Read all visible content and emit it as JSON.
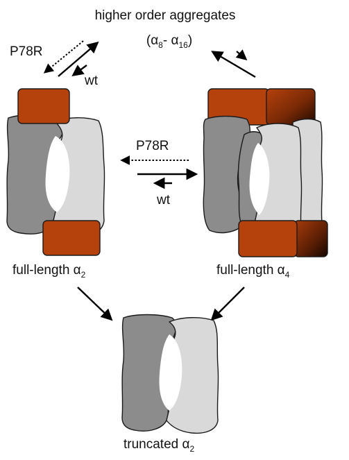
{
  "labels": {
    "top": "higher order aggregates",
    "top_range_open": "(",
    "top_range_a": "α",
    "top_range_a_sub": "8",
    "top_range_dash": "- ",
    "top_range_b": "α",
    "top_range_b_sub": "16",
    "top_range_close": ")",
    "left_label": "P78R",
    "left_wt": "wt",
    "mid_p78r": "P78R",
    "mid_wt": "wt",
    "dimer": "full-length ",
    "dimer_alpha": "α",
    "dimer_sub": "2",
    "tetramer": "full-length ",
    "tetramer_alpha": "α",
    "tetramer_sub": "4",
    "truncated": "truncated ",
    "truncated_alpha": "α",
    "truncated_sub": "2"
  },
  "colors": {
    "dark_subunit": "#8c8c8c",
    "light_subunit": "#d9d9d9",
    "domain": "#b5410c",
    "domain_shadow": "#2a0d02",
    "line": "#000000"
  }
}
